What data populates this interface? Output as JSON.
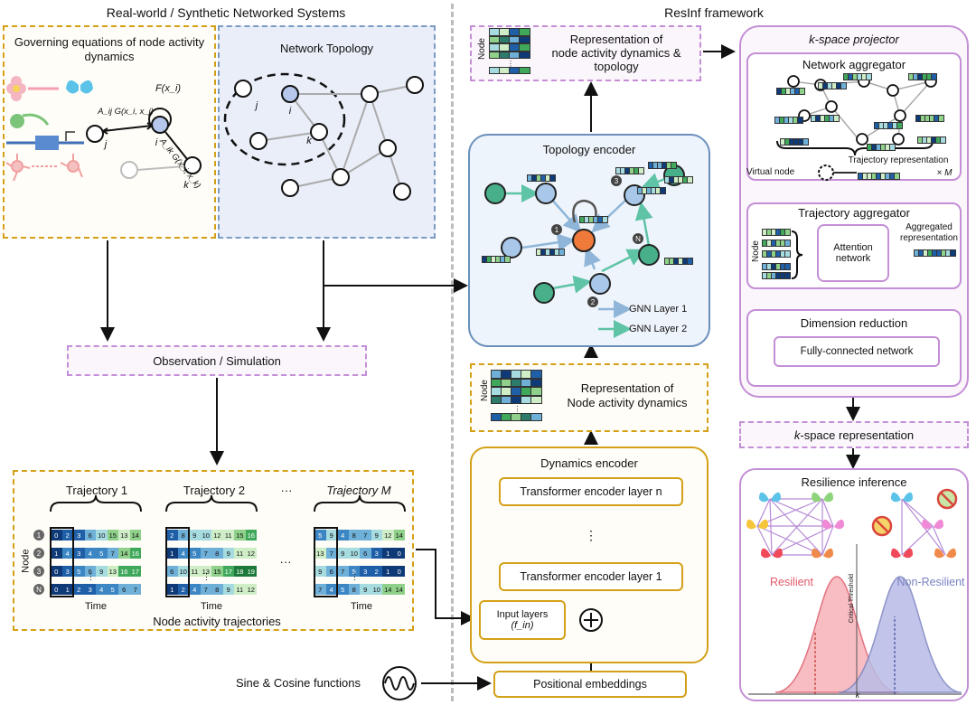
{
  "left_title": "Real-world / Synthetic Networked Systems",
  "right_title": "ResInf framework",
  "governing": {
    "title": "Governing equations of node activity dynamics",
    "f_label": "F(x_i)",
    "aij_label": "A_ij G(x_i, x_j)",
    "aik_label": "A_ik G(x_i, x_k)",
    "node_j": "j",
    "node_i": "i",
    "node_k": "k"
  },
  "topology": {
    "title": "Network Topology",
    "node_j": "j",
    "node_i": "i",
    "node_k": "k"
  },
  "observation": "Observation / Simulation",
  "trajectories": {
    "caption": "Node activity trajectories",
    "node_axis": "Node",
    "time_label": "Time",
    "ellipsis": "···",
    "node_markers": [
      "1",
      "2",
      "3",
      "N"
    ],
    "t1": {
      "label": "Trajectory 1",
      "rows": [
        [
          "0",
          "2",
          "3",
          "6",
          "10",
          "15",
          "13",
          "14"
        ],
        [
          "1",
          "4",
          "3",
          "4",
          "5",
          "7",
          "14",
          "16"
        ],
        [
          "0",
          "3",
          "5",
          "6",
          "9",
          "13",
          "16",
          "17"
        ],
        [
          "0",
          "1",
          "2",
          "3",
          "4",
          "5",
          "6",
          "7"
        ]
      ]
    },
    "t2": {
      "label": "Trajectory  2",
      "rows": [
        [
          "2",
          "8",
          "9",
          "10",
          "12",
          "11",
          "15",
          "16"
        ],
        [
          "1",
          "4",
          "5",
          "7",
          "8",
          "9",
          "11",
          "12"
        ],
        [
          "6",
          "10",
          "11",
          "13",
          "15",
          "17",
          "18",
          "19"
        ],
        [
          "1",
          "2",
          "4",
          "7",
          "8",
          "9",
          "11",
          "12"
        ]
      ]
    },
    "tm": {
      "label": "Trajectory M",
      "rows": [
        [
          "5",
          "9",
          "4",
          "8",
          "7",
          "9",
          "12",
          "14"
        ],
        [
          "13",
          "7",
          "9",
          "10",
          "6",
          "3",
          "1",
          "0"
        ],
        [
          "9",
          "6",
          "7",
          "5",
          "3",
          "2",
          "1",
          "0"
        ],
        [
          "7",
          "4",
          "5",
          "8",
          "9",
          "10",
          "14",
          "14"
        ]
      ]
    }
  },
  "sine_label": "Sine & Cosine functions",
  "positional": "Positional embeddings",
  "dynamics_encoder": {
    "title": "Dynamics encoder",
    "layer_n": "Transformer encoder layer n",
    "layer_1": "Transformer encoder layer 1",
    "input_layers": "Input layers",
    "f_in": "(f_in)",
    "ellipsis": "⋮"
  },
  "rep_dynamics": {
    "line1": "Representation of",
    "line2": "Node activity dynamics",
    "node_axis": "Node"
  },
  "topology_encoder": {
    "title": "Topology encoder",
    "gnn1": "GNN Layer 1",
    "gnn2": "GNN Layer 2",
    "markers": [
      "1",
      "2",
      "3",
      "N"
    ]
  },
  "rep_topology": {
    "line1": "Representation of",
    "line2": "node activity dynamics &",
    "line3": "topology",
    "node_axis": "Node"
  },
  "kspace": {
    "title": "k-space projector",
    "network_aggregator": "Network aggregator",
    "virtual_node": "Virtual node",
    "traj_rep": "Trajectory representation",
    "times_m": "× M",
    "trajectory_aggregator": "Trajectory aggregator",
    "attention": "Attention network",
    "aggregated": "Aggregated representation",
    "node_axis": "Node",
    "dim_reduction": "Dimension reduction",
    "fc_network": "Fully-connected network"
  },
  "kspace_rep": "k-space representation",
  "resilience": {
    "title": "Resilience inference",
    "resilient": "Resilient",
    "non_resilient": "Non-Resilient",
    "critical": "Critical Threshold",
    "k_axis": "k"
  },
  "colors": {
    "yellow": "#d4a017",
    "blue_border": "#7b9cc4",
    "purple": "#c48fd6",
    "node_blue": "#a9c7e8",
    "node_green": "#47b08a",
    "node_orange": "#f07a3a",
    "resilient_red": "#e05a6a",
    "nonres_blue": "#7a82c0"
  }
}
